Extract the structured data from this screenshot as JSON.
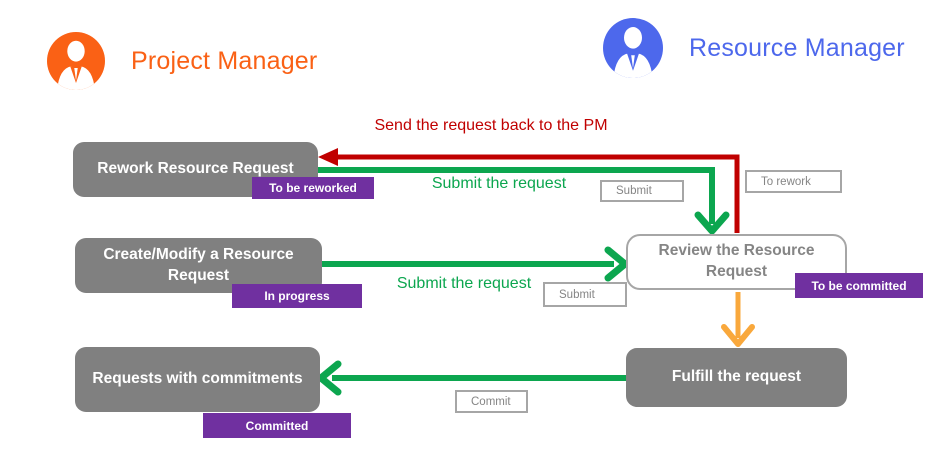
{
  "colors": {
    "pm_accent": "#FA6115",
    "rm_accent": "#4D68EC",
    "green": "#0CA64F",
    "red": "#C00000",
    "orange": "#F9A83C",
    "purple": "#7030A0",
    "gray_box": "#808080",
    "gray_border": "#A6A6A6",
    "gray_text": "#858585"
  },
  "actors": {
    "pm": {
      "label": "Project Manager"
    },
    "rm": {
      "label": "Resource Manager"
    }
  },
  "nodes": {
    "rework": {
      "label": "Rework Resource Request",
      "status": "To be reworked"
    },
    "create": {
      "label": "Create/Modify a Resource Request",
      "status": "In progress"
    },
    "requests": {
      "label": "Requests with commitments",
      "status": "Committed"
    },
    "review": {
      "label": "Review the Resource Request",
      "status": "To be committed"
    },
    "fulfill": {
      "label": "Fulfill the request"
    }
  },
  "edges": {
    "send_back": {
      "label": "Send the request back to the PM"
    },
    "submit_rework": {
      "label": "Submit the request",
      "action": "Submit"
    },
    "submit_create": {
      "label": "Submit the request",
      "action": "Submit"
    },
    "to_rework": {
      "action": "To rework"
    },
    "commit": {
      "action": "Commit"
    }
  }
}
